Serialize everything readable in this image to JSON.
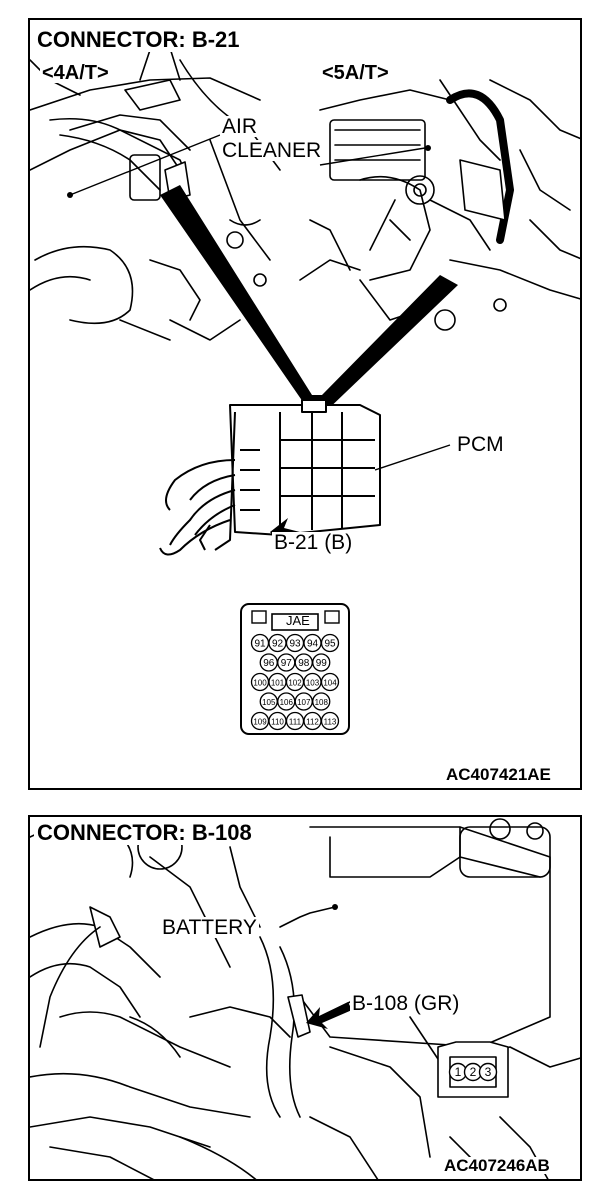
{
  "top_panel": {
    "title": "CONNECTOR: B-21",
    "variant_left": "<4A/T>",
    "variant_right": "<5A/T>",
    "label_air": "AIR",
    "label_cleaner": "CLEANER",
    "label_pcm": "PCM",
    "label_connector": "B-21 (B)",
    "connector_brand": "JAE",
    "pins": [
      [
        "91",
        "92",
        "93",
        "94",
        "95"
      ],
      [
        "96",
        "97",
        "98",
        "99"
      ],
      [
        "100",
        "101",
        "102",
        "103",
        "104"
      ],
      [
        "105",
        "106",
        "107",
        "108"
      ],
      [
        "109",
        "110",
        "111",
        "112",
        "113"
      ]
    ],
    "figure_code": "AC407421AE"
  },
  "bottom_panel": {
    "title": "CONNECTOR: B-108",
    "label_battery": "BATTERY",
    "label_connector": "B-108 (GR)",
    "pins": [
      "1",
      "2",
      "3"
    ],
    "figure_code": "AC407246AB"
  }
}
